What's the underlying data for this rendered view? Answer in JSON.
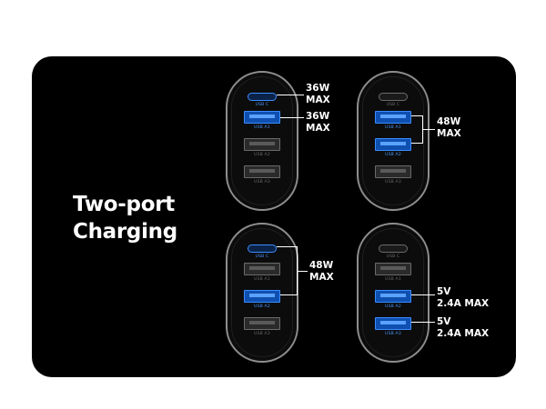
{
  "headline": [
    "Two-port",
    "Charging"
  ],
  "port_labels": {
    "usb_c": "USB C",
    "usb_a1": "USB A1",
    "usb_a2": "USB A2",
    "usb_a3": "USB A3"
  },
  "configurations": [
    {
      "active_ports": [
        "USB C",
        "USB A1"
      ],
      "callouts": [
        {
          "port": "USB C",
          "lines": [
            "36W",
            "MAX"
          ]
        },
        {
          "port": "USB A1",
          "lines": [
            "36W",
            "MAX"
          ]
        }
      ]
    },
    {
      "active_ports": [
        "USB A1",
        "USB A2"
      ],
      "callouts": [
        {
          "port": "USB A1 + USB A2",
          "lines": [
            "48W",
            "MAX"
          ]
        }
      ]
    },
    {
      "active_ports": [
        "USB C",
        "USB A2"
      ],
      "callouts": [
        {
          "port": "USB C + USB A2",
          "lines": [
            "48W",
            "MAX"
          ]
        }
      ]
    },
    {
      "active_ports": [
        "USB A2",
        "USB A3"
      ],
      "callouts": [
        {
          "port": "USB A2",
          "lines": [
            "5V",
            "2.4A MAX"
          ]
        },
        {
          "port": "USB A3",
          "lines": [
            "5V",
            "2.4A MAX"
          ]
        }
      ]
    }
  ],
  "colors": {
    "background": "#000000",
    "active_port": "#3a8dff",
    "inactive_port": "#6b6b6b",
    "text": "#ffffff"
  }
}
